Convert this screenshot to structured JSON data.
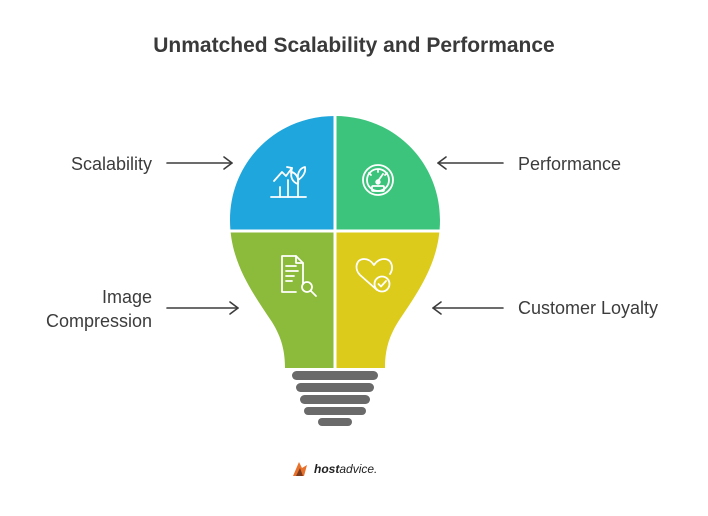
{
  "title": "Unmatched Scalability and Performance",
  "quadrants": [
    {
      "label": "Scalability",
      "color": "#1fa6dc",
      "icon": "growth-chart-icon"
    },
    {
      "label": "Performance",
      "color": "#3cc47c",
      "icon": "speedometer-icon"
    },
    {
      "label_lines": [
        "Image",
        "Compression"
      ],
      "color": "#8cba3a",
      "icon": "document-search-icon"
    },
    {
      "label": "Customer Loyalty",
      "color": "#dccb1b",
      "icon": "heart-check-icon"
    }
  ],
  "base_color": "#6a6a6a",
  "footer": {
    "brand_bold": "host",
    "brand_rest": "advice.",
    "logo_icon": "hostadvice-logo-icon"
  }
}
